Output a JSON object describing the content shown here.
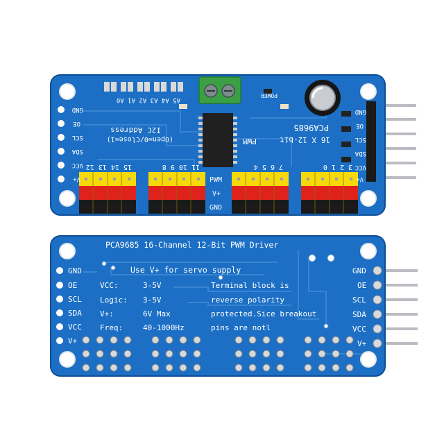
{
  "colors": {
    "pcb_blue": "#1c6fc4",
    "pcb_edge": "#0e4f95",
    "silk": "#ffffff",
    "header_yellow": "#f5d90a",
    "header_red": "#e0221c",
    "header_black": "#1a1a1a",
    "terminal_green": "#3aa043",
    "pin_silver": "#b9bcc0"
  },
  "top_board": {
    "chip_label": "PCA9685",
    "chip_marking": "16 X 12-bit",
    "pwm_label": "PWM",
    "power_label": "POWER",
    "i2c_title": "I2C Address",
    "i2c_note": "(Open=0/Close=1)",
    "addr_pads": "A5 A4 A3 A2 A1 A0",
    "left_pins": [
      "GND",
      "OE",
      "SCL",
      "SDA",
      "VCC",
      "V+"
    ],
    "right_pins": [
      "GND",
      "OE",
      "SCL",
      "SDA",
      "VCC",
      "V+"
    ],
    "channel_numbers_a": "15 14 13 12",
    "channel_numbers_b": "11 10 9 8",
    "channel_numbers_c": "7 6 5 4",
    "channel_numbers_d": "3 2 1 0",
    "row_labels": [
      "PWM",
      "V+",
      "GND"
    ]
  },
  "bottom_board": {
    "title": "PCA9685 16-Channel 12-Bit PWM Driver",
    "supply_note": "Use V+ for servo supply",
    "specs": [
      {
        "label": "VCC:",
        "value": "3-5V"
      },
      {
        "label": "Logic:",
        "value": "3-5V"
      },
      {
        "label": "V+:",
        "value": "6V Max"
      },
      {
        "label": "Freq:",
        "value": "40-1000Hz"
      }
    ],
    "notes": [
      "Terminal block is",
      "reverse polarity",
      "protected.Sice breakout",
      "pins are notl"
    ],
    "left_pins": [
      "GND",
      "OE",
      "SCL",
      "SDA",
      "VCC",
      "V+"
    ],
    "right_pins": [
      "GND",
      "OE",
      "SCL",
      "SDA",
      "VCC",
      "V+"
    ]
  }
}
